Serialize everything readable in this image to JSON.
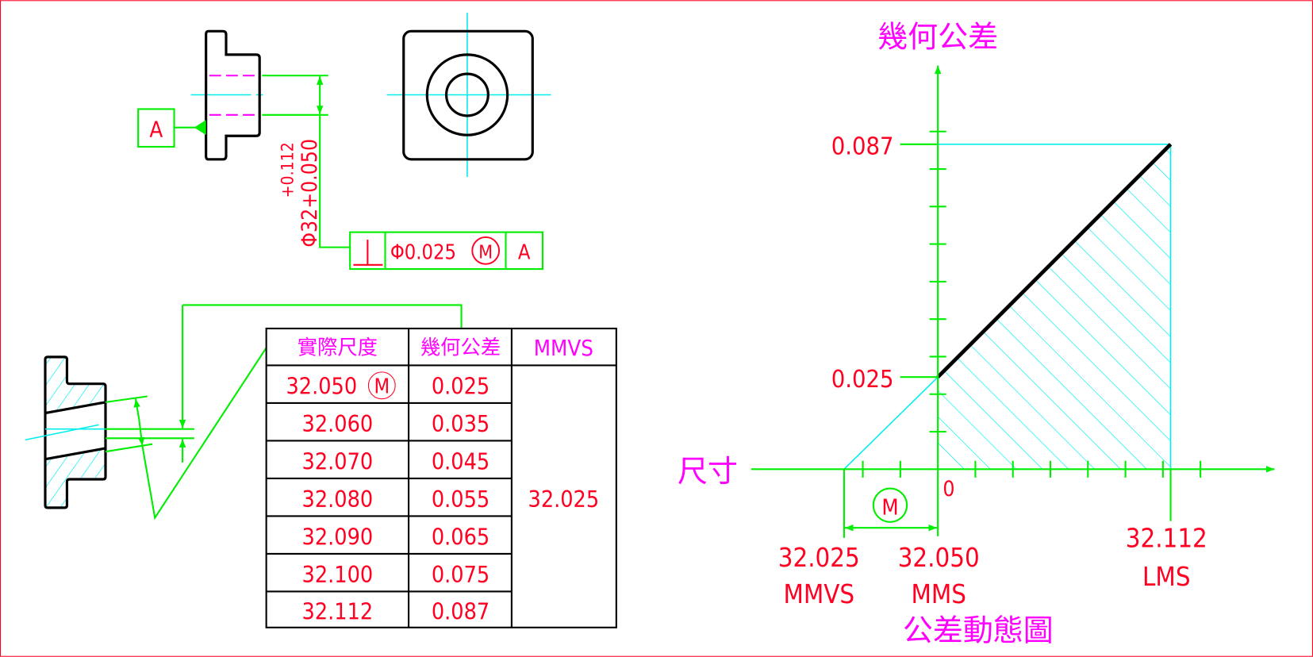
{
  "datum": {
    "label": "A"
  },
  "dimension": {
    "basic": "Φ32+0.050",
    "upper": "+0.112"
  },
  "fcf": {
    "symbol": "⊥",
    "tolerance": "Φ0.025",
    "modifier": "M",
    "datum": "A"
  },
  "table": {
    "headers": [
      "實際尺度",
      "幾何公差",
      "MMVS"
    ],
    "rows": [
      {
        "size": "32.050",
        "modifier": "M",
        "tol": "0.025"
      },
      {
        "size": "32.060",
        "tol": "0.035"
      },
      {
        "size": "32.070",
        "tol": "0.045"
      },
      {
        "size": "32.080",
        "tol": "0.055"
      },
      {
        "size": "32.090",
        "tol": "0.065"
      },
      {
        "size": "32.100",
        "tol": "0.075"
      },
      {
        "size": "32.112",
        "tol": "0.087"
      }
    ],
    "mmvs": "32.025"
  },
  "chart": {
    "y_axis_label": "幾何公差",
    "x_axis_label": "尺寸",
    "title": "公差動態圖",
    "origin_label": "0",
    "y_labels": [
      "0.087",
      "0.025"
    ],
    "modifier": "M",
    "x_labels": [
      {
        "value": "32.025",
        "name": "MMVS"
      },
      {
        "value": "32.050",
        "name": "MMS"
      },
      {
        "value": "32.112",
        "name": "LMS"
      }
    ]
  },
  "colors": {
    "dimension": "#ff0022",
    "label": "#ff00ff",
    "leader": "#00ee00",
    "centerline": "#00eeee",
    "border": "#ff0022"
  }
}
